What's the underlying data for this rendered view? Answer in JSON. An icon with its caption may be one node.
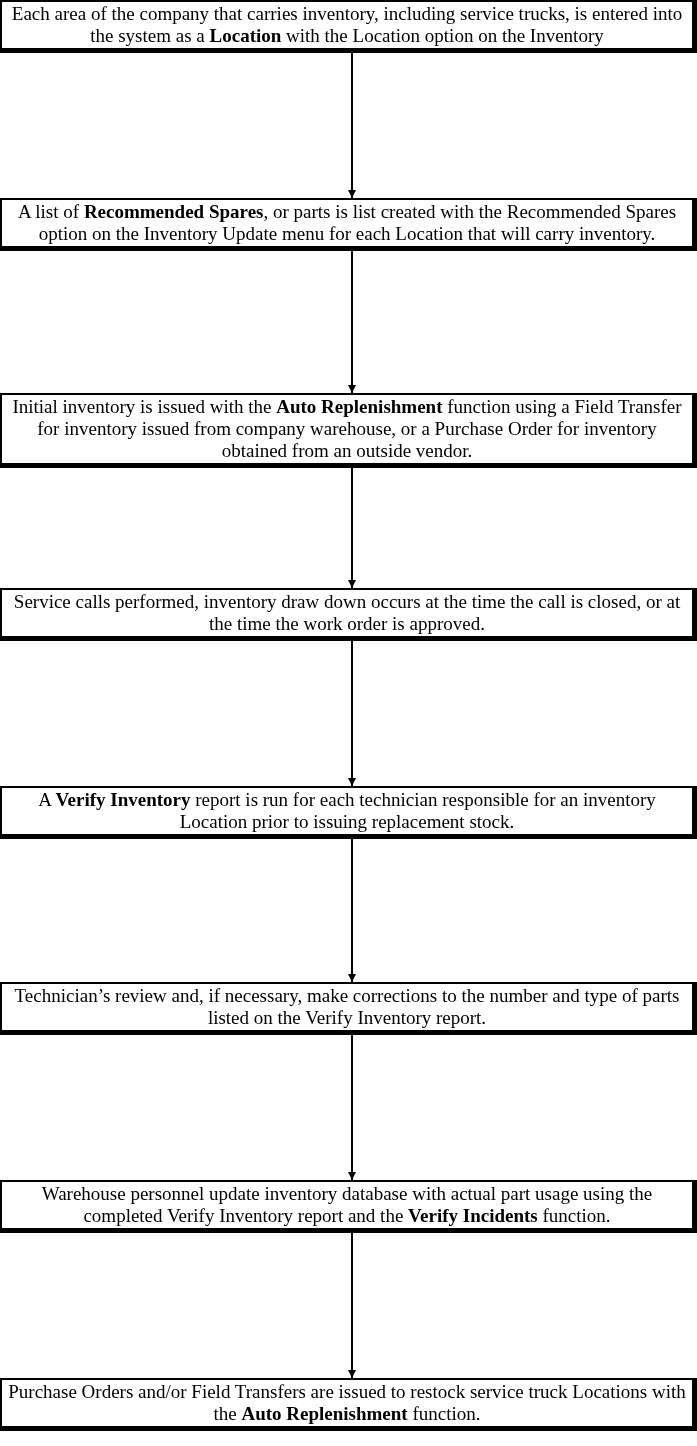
{
  "diagram": {
    "nodes": [
      {
        "text": [
          "Each area of the company that carries inventory, including service trucks, is entered into the system as a **Location** with the Location option on the Inventory"
        ]
      },
      {
        "text": [
          "A list of **Recommended Spares**, or parts is list created with the Recommended Spares option on the Inventory Update menu for each Location that will carry inventory."
        ]
      },
      {
        "text": [
          "Initial inventory is issued with the **Auto Replenishment** function using a Field Transfer for inventory issued from company warehouse, or a Purchase Order for inventory obtained from an outside vendor."
        ]
      },
      {
        "text": [
          "Service calls performed, inventory draw down occurs at the time the call is closed, or at the time the work order is approved."
        ]
      },
      {
        "text": [
          "A **Verify Inventory** report is run for each technician responsible for an inventory Location prior to issuing replacement stock."
        ]
      },
      {
        "text": [
          "Technician’s review and, if necessary,  make corrections to the number and type of parts listed on the Verify Inventory report."
        ]
      },
      {
        "text": [
          "Warehouse personnel update inventory database with actual part usage using the completed Verify Inventory report and the **Verify Incidents** function."
        ]
      },
      {
        "text": [
          "Purchase Orders and/or Field Transfers are issued to restock service truck Locations with the **Auto Replenishment** function."
        ]
      }
    ],
    "edges": [
      {
        "from": 0,
        "to": 1,
        "arrow": "to"
      },
      {
        "from": 1,
        "to": 2,
        "arrow": "to"
      },
      {
        "from": 2,
        "to": 3,
        "arrow": "to"
      },
      {
        "from": 3,
        "to": 4,
        "arrow": "to"
      },
      {
        "from": 4,
        "to": 5,
        "arrow": "to"
      },
      {
        "from": 5,
        "to": 6,
        "arrow": "to"
      },
      {
        "from": 6,
        "to": 7,
        "arrow": "to"
      }
    ]
  }
}
